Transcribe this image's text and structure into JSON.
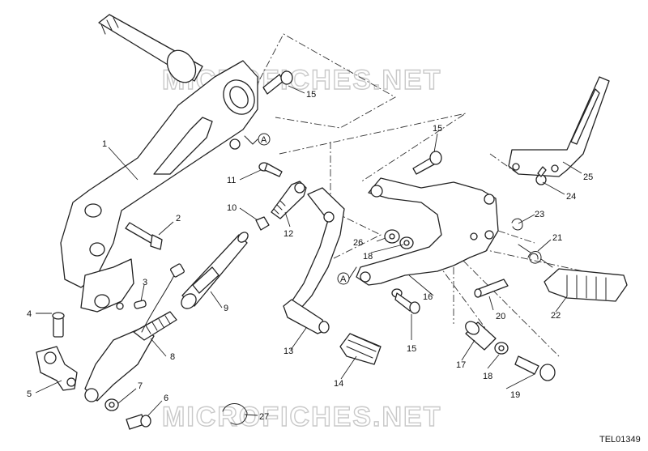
{
  "diagram": {
    "reference_code": "TEL01349",
    "watermark_text": "MICROFICHES.NET",
    "callouts": [
      "1",
      "2",
      "3",
      "4",
      "5",
      "6",
      "7",
      "8",
      "9",
      "10",
      "11",
      "12",
      "13",
      "14",
      "15",
      "15",
      "15",
      "16",
      "17",
      "18",
      "18",
      "19",
      "20",
      "21",
      "22",
      "23",
      "24",
      "25",
      "26",
      "27"
    ],
    "reference_marker": "A"
  }
}
